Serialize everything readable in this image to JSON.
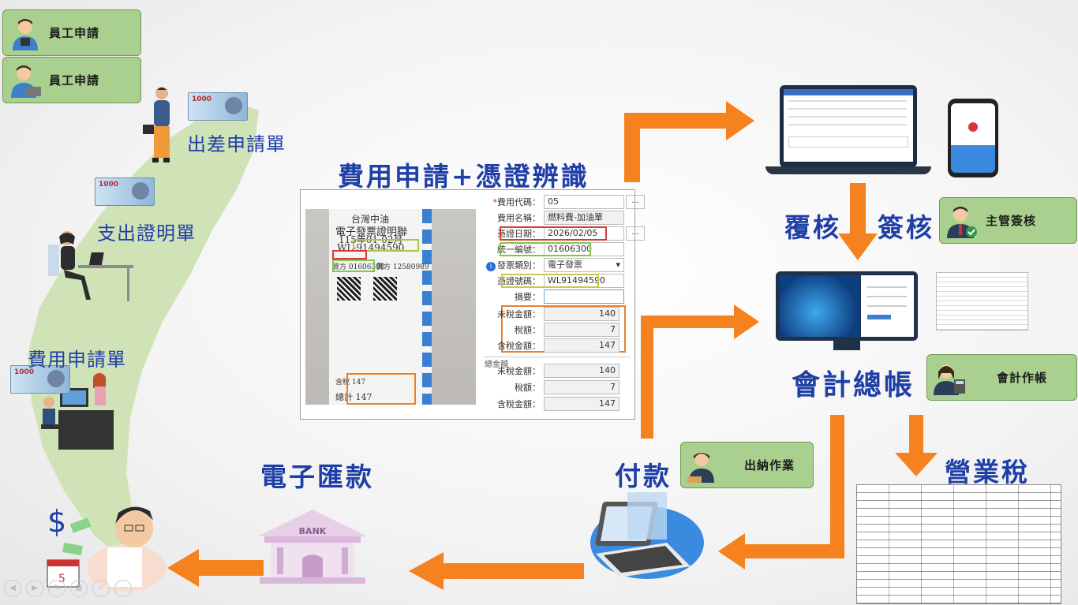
{
  "roles": {
    "employee1": "員工申請",
    "employee2": "員工申請",
    "manager": "主管簽核",
    "accountant": "會計作帳",
    "cashier": "出納作業"
  },
  "map_labels": {
    "travel": "出差申請單",
    "expense_proof": "支出證明單",
    "expense_form": "費用申請單"
  },
  "flow": {
    "expense_ocr": "費用申請+憑證辨識",
    "review": "覆核",
    "approve": "簽核",
    "ledger": "會計總帳",
    "business_tax": "營業稅",
    "payment": "付款",
    "remittance": "電子匯款"
  },
  "money_text": "1000",
  "bank_text": "BANK",
  "form": {
    "fields": [
      {
        "label": "費用代碼：",
        "value": "05",
        "required": true
      },
      {
        "label": "費用名稱：",
        "value": "燃料費-加油單"
      },
      {
        "label": "憑證日期：",
        "value": "2026/02/05"
      },
      {
        "label": "統一編號：",
        "value": "01606300"
      },
      {
        "label": "發票類別：",
        "value": "電子發票"
      },
      {
        "label": "憑證號碼：",
        "value": "WL91494590"
      },
      {
        "label": "摘要：",
        "value": ""
      }
    ],
    "amounts": [
      {
        "label": "未稅金額：",
        "value": "140"
      },
      {
        "label": "稅額：",
        "value": "7"
      },
      {
        "label": "含稅金額：",
        "value": "147"
      }
    ],
    "total_title": "總金額",
    "totals": [
      {
        "label": "未稅金額：",
        "value": "140"
      },
      {
        "label": "稅額：",
        "value": "7"
      },
      {
        "label": "含稅金額：",
        "value": "147"
      }
    ]
  },
  "receipt": {
    "l1": "台灣中油",
    "l2": "電子發票證明聯",
    "l3": "115年01-02月",
    "l4": "WL-91494590",
    "l5": "買方 01606300",
    "l6": "賣方 12580989",
    "l7": "含稅 147",
    "l8": "總計 147"
  },
  "colors": {
    "accent": "#f5811f",
    "title_blue": "#1f3fa6",
    "role_green": "#a9d08e"
  }
}
